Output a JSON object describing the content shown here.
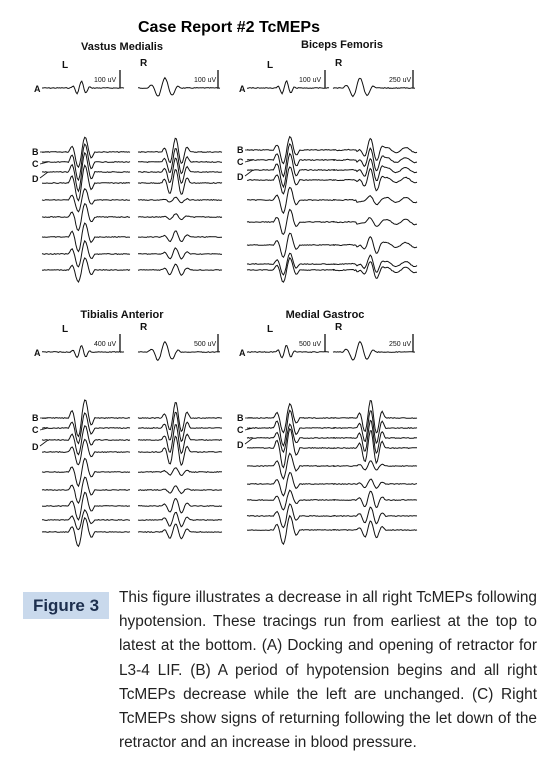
{
  "figure": {
    "title": "Case Report #2 TcMEPs",
    "muscles": [
      {
        "name": "Vastus Medialis",
        "left_scale": "100 uV",
        "right_scale": "100 uV"
      },
      {
        "name": "Biceps Femoris",
        "left_scale": "100 uV",
        "right_scale": "250 uV"
      },
      {
        "name": "Tibialis Anterior",
        "left_scale": "400 uV",
        "right_scale": "500 uV"
      },
      {
        "name": "Medial Gastroc",
        "left_scale": "500 uV",
        "right_scale": "250 uV"
      }
    ],
    "side_labels": {
      "left": "L",
      "right": "R"
    },
    "trace_labels": [
      "A",
      "B",
      "C",
      "D"
    ]
  },
  "caption": {
    "label": "Figure 3",
    "text": "This figure illustrates a decrease in all right TcMEPs following hypotension. These tracings run from earliest at the top to latest at the bottom. (A) Docking and opening of retractor for L3-4 LIF. (B) A period of hypotension begins and all right TcMEPs decrease while the left are unchanged. (C) Right TcMEPs show signs of returning following the let down of the retractor and an increase in blood pressure."
  }
}
